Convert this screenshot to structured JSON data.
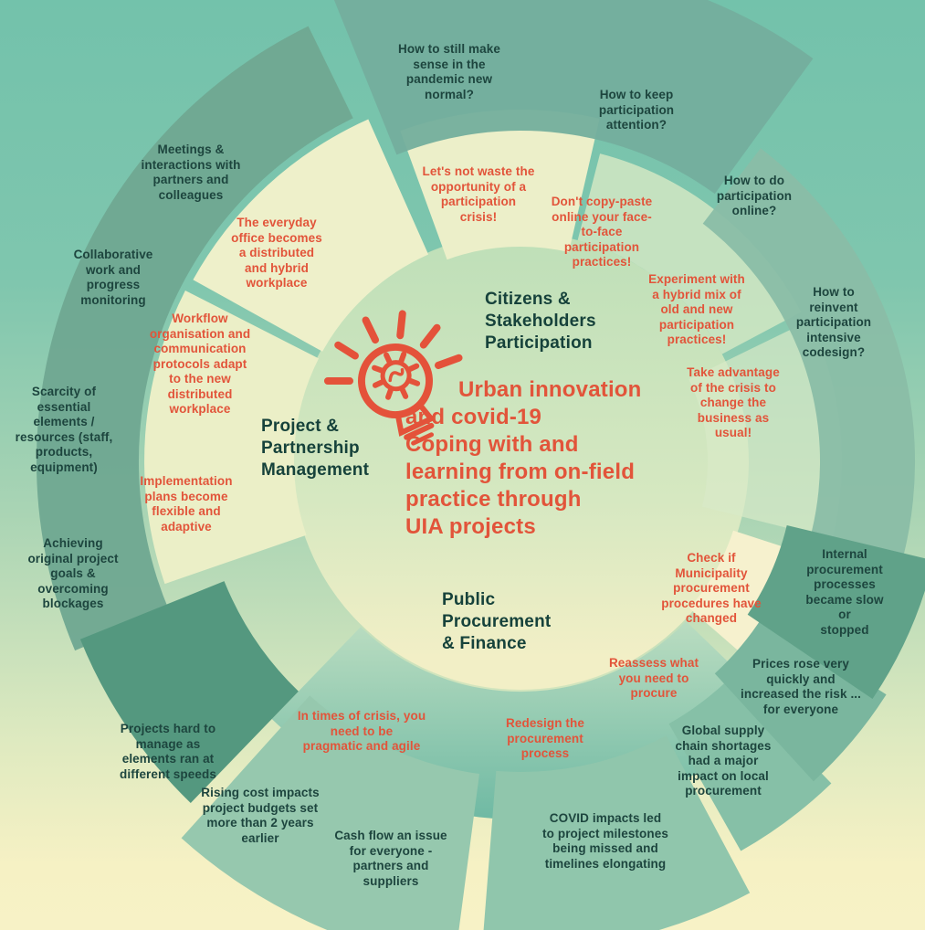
{
  "infographic": {
    "center": {
      "title": "Urban innovation\nand covid-19\nCoping with and\nlearning from on-field\npractice through\nUIA projects",
      "icon": "lightbulb-gear-icon"
    },
    "sections": [
      {
        "id": "participation",
        "label": "Citizens &\nStakeholders\nParticipation"
      },
      {
        "id": "project-management",
        "label": "Project &\nPartnership\nManagement"
      },
      {
        "id": "procurement-finance",
        "label": "Public\nProcurement\n& Finance"
      }
    ],
    "challenges": [
      {
        "text": "How to still make\nsense in the\npandemic new\nnormal?"
      },
      {
        "text": "How to keep\nparticipation\nattention?"
      },
      {
        "text": "How to do\nparticipation\nonline?"
      },
      {
        "text": "How to reinvent\nparticipation\nintensive\ncodesign?"
      },
      {
        "text": "Meetings &\ninteractions with\npartners and\ncolleagues"
      },
      {
        "text": "Collaborative\nwork and\nprogress\nmonitoring"
      },
      {
        "text": "Scarcity of\nessential\nelements /\nresources (staff,\nproducts,\nequipment)"
      },
      {
        "text": "Achieving\noriginal project\ngoals &\novercoming\nblockages"
      },
      {
        "text": "Projects hard to\nmanage as\nelements ran at\ndifferent speeds"
      },
      {
        "text": "Rising cost impacts\nproject budgets set\nmore than 2 years\nearlier"
      },
      {
        "text": "Cash flow an issue\nfor everyone -\npartners and\nsuppliers"
      },
      {
        "text": "COVID impacts led\nto project milestones\nbeing missed and\ntimelines elongating"
      },
      {
        "text": "Global supply\nchain shortages\nhad a major\nimpact on local\nprocurement"
      },
      {
        "text": "Prices rose very\nquickly and\nincreased the risk ...\nfor everyone"
      },
      {
        "text": "Internal\nprocurement\nprocesses\nbecame slow or\nstopped"
      }
    ],
    "lessons": [
      {
        "text": "Let's not waste the\nopportunity of a\nparticipation\ncrisis!"
      },
      {
        "text": "Don't copy-paste\nonline your face-\nto-face\nparticipation\npractices!"
      },
      {
        "text": "Experiment with\na hybrid mix of\nold and new\nparticipation\npractices!"
      },
      {
        "text": "Take advantage\nof the crisis to\nchange the\nbusiness as\nusual!"
      },
      {
        "text": "The everyday\noffice becomes\na distributed\nand hybrid\nworkplace"
      },
      {
        "text": "Workflow\norganisation and\ncommunication\nprotocols adapt\nto the new\ndistributed\nworkplace"
      },
      {
        "text": "Implementation\nplans become\nflexible and\nadaptive"
      },
      {
        "text": "In times of crisis, you\nneed to be\npragmatic and agile"
      },
      {
        "text": "Redesign the\nprocurement\nprocess"
      },
      {
        "text": "Reassess what\nyou need to\nprocure"
      },
      {
        "text": "Check if\nMunicipality\nprocurement\nprocedures have\nchanged"
      }
    ],
    "colors": {
      "accent_orange": "#e2543a",
      "dark_teal_text": "#1d453e",
      "background_top": "#73c2ab",
      "background_bottom": "#f6f1c4"
    }
  }
}
